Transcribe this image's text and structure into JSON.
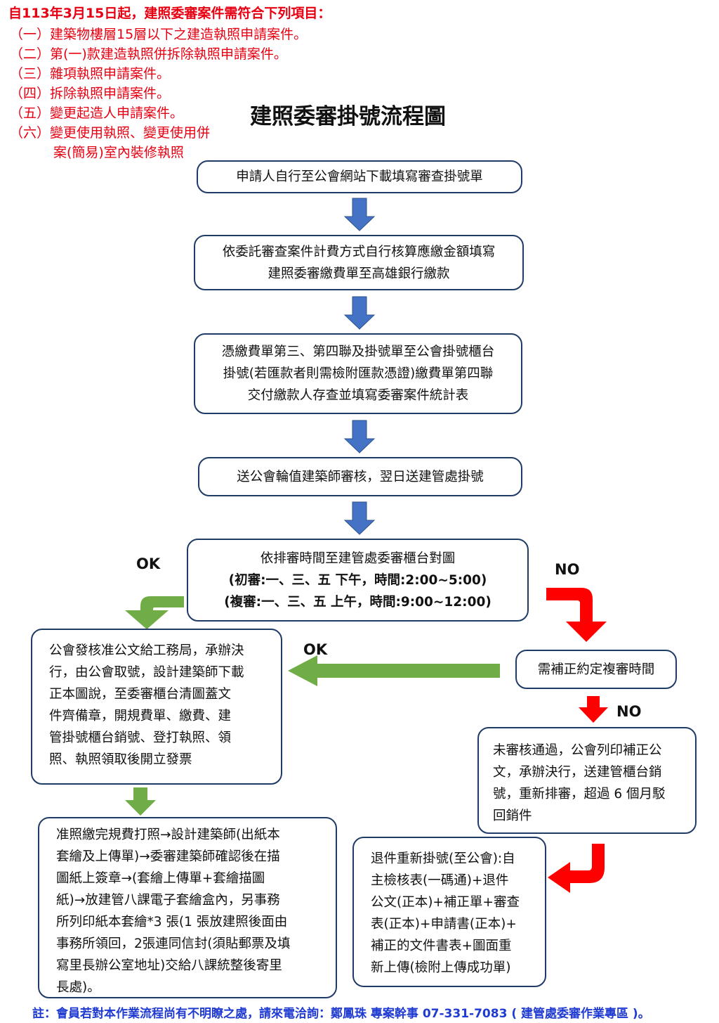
{
  "notice": {
    "heading": "自113年3月15日起，建照委審案件需符合下列項目：",
    "items": [
      "（一）建築物樓層15層以下之建造執照申請案件。",
      "（二）第(一)款建造執照併拆除執照申請案件。",
      "（三）雜項執照申請案件。",
      "（四）拆除執照申請案件。",
      "（五）變更起造人申請案件。",
      "（六）變更使用執照、變更使用併",
      "案(簡易)室內裝修執照"
    ]
  },
  "title": "建照委審掛號流程圖",
  "steps": {
    "s1": [
      "申請人自行至公會網站下載填寫審查掛號單"
    ],
    "s2": [
      "依委託審查案件計費方式自行核算應繳金額填寫",
      "建照委審繳費單至高雄銀行繳款"
    ],
    "s3": [
      "憑繳費單第三、第四聯及掛號單至公會掛號櫃台",
      "掛號(若匯款者則需檢附匯款憑證)繳費單第四聯",
      "交付繳款人存查並填寫委審案件統計表"
    ],
    "s4": [
      "送公會輪值建築師審核，翌日送建管處掛號"
    ],
    "s5": [
      "依排審時間至建管處委審櫃台對圖",
      "(初審:一、三、五  下午，時間:2:00~5:00)",
      "(複審:一、三、五  上午，時間:9:00~12:00)"
    ],
    "approve": [
      "公會發核准公文給工務局，承辦決",
      "行，由公會取號，設計建築師下載",
      "正本圖說，至委審櫃台清圖蓋文",
      "件齊備章，開規費單、繳費、建",
      "管掛號櫃台銷號、登打執照、領",
      "照、執照領取後開立發票"
    ],
    "correction": [
      "需補正約定複審時間"
    ],
    "rejected": [
      "未審核通過，公會列印補正公",
      "文，承辦決行，送建管櫃台銷",
      "號，重新排審，超過 6 個月駁",
      "回銷件"
    ],
    "license": [
      "准照繳完規費打照→設計建築師(出紙本",
      "套繪及上傳單)→委審建築師確認後在描",
      "圖紙上簽章→(套繪上傳單+套繪描圖",
      "紙)→放建管八課電子套繪盒內，另事務",
      "所列印紙本套繪*3 張(1 張放建照後面由",
      "事務所領回，2張連同信封(須貼郵票及填",
      "寫里長辦公室地址)交給八課統整後寄里",
      "長處)。"
    ],
    "resubmit": [
      "退件重新掛號(至公會):自",
      "主檢核表(一碼通)+退件",
      "公文(正本)+補正單+審查",
      "表(正本)+申請書(正本)+",
      "補正的文件書表+圖面重",
      "新上傳(檢附上傳成功單)"
    ]
  },
  "labels": {
    "ok_left": "OK",
    "no_right": "NO",
    "ok_middle": "OK",
    "no_lower": "NO"
  },
  "footer": "註：會員若對本作業流程尚有不明瞭之處，請來電洽詢：鄭鳳珠 專案幹事 07-331-7083 ( 建管處委審作業專區 )。",
  "colors": {
    "notice_red": "#e60012",
    "box_border": "#1f3b66",
    "arrow_blue": "#4472c4",
    "arrow_green": "#70ad47",
    "arrow_red": "#ff0000",
    "footer_blue": "#1f3bd1"
  }
}
